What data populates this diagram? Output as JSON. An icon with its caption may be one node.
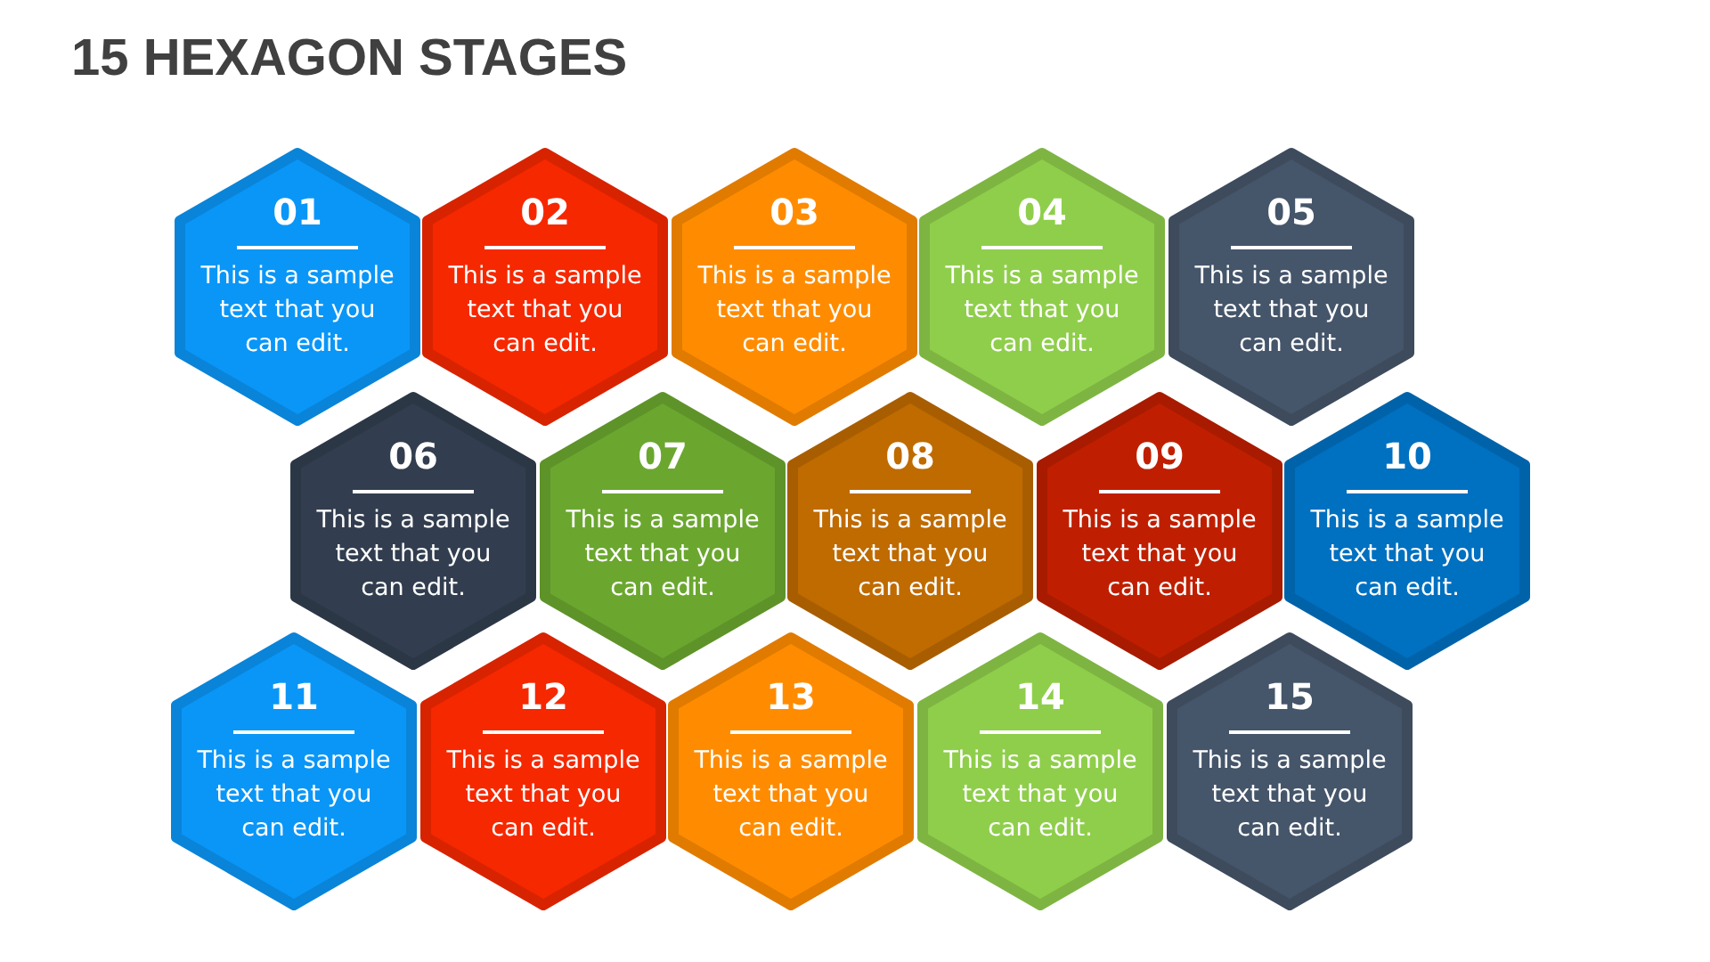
{
  "diagram": {
    "title": "15 HEXAGON STAGES",
    "nodes": [
      {
        "text": [
          "01",
          "This is a sample text that you can edit."
        ]
      },
      {
        "text": [
          "02",
          "This is a sample text that you can edit."
        ]
      },
      {
        "text": [
          "03",
          "This is a sample text that you can edit."
        ]
      },
      {
        "text": [
          "04",
          "This is a sample text that you can edit."
        ]
      },
      {
        "text": [
          "05",
          "This is a sample text that you can edit."
        ]
      },
      {
        "text": [
          "06",
          "This is a sample text that you can edit."
        ]
      },
      {
        "text": [
          "07",
          "This is a sample text that you can edit."
        ]
      },
      {
        "text": [
          "08",
          "This is a sample text that you can edit."
        ]
      },
      {
        "text": [
          "09",
          "This is a sample text that you can edit."
        ]
      },
      {
        "text": [
          "10",
          "This is a sample text that you can edit."
        ]
      },
      {
        "text": [
          "11",
          "This is a sample text that you can edit."
        ]
      },
      {
        "text": [
          "12",
          "This is a sample text that you can edit."
        ]
      },
      {
        "text": [
          "13",
          "This is a sample text that you can edit."
        ]
      },
      {
        "text": [
          "14",
          "This is a sample text that you can edit."
        ]
      },
      {
        "text": [
          "15",
          "This is a sample text that you can edit."
        ]
      }
    ]
  }
}
